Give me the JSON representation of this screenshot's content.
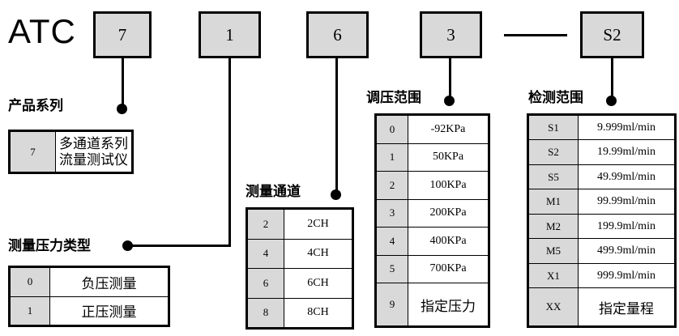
{
  "model": {
    "brand": "ATC",
    "codes": [
      {
        "value": "7",
        "name": "series-code"
      },
      {
        "value": "1",
        "name": "pressure-type-code"
      },
      {
        "value": "6",
        "name": "channel-code"
      },
      {
        "value": "3",
        "name": "regulation-range-code"
      },
      {
        "value": "S2",
        "name": "detection-range-code"
      }
    ],
    "separator": "—"
  },
  "sections": {
    "product_series": {
      "title": "产品系列",
      "rows": [
        {
          "code": "7",
          "value": "多通道系列\n流量测试仪",
          "line1": "多通道系列",
          "line2": "流量测试仪"
        }
      ]
    },
    "pressure_type": {
      "title": "测量压力类型",
      "rows": [
        {
          "code": "0",
          "value": "负压测量"
        },
        {
          "code": "1",
          "value": "正压测量"
        }
      ]
    },
    "measure_channel": {
      "title": "测量通道",
      "rows": [
        {
          "code": "2",
          "value": "2CH"
        },
        {
          "code": "4",
          "value": "4CH"
        },
        {
          "code": "6",
          "value": "6CH"
        },
        {
          "code": "8",
          "value": "8CH"
        }
      ]
    },
    "regulation_range": {
      "title": "调压范围",
      "rows": [
        {
          "code": "0",
          "value": "-92KPa"
        },
        {
          "code": "1",
          "value": "50KPa"
        },
        {
          "code": "2",
          "value": "100KPa"
        },
        {
          "code": "3",
          "value": "200KPa"
        },
        {
          "code": "4",
          "value": "400KPa"
        },
        {
          "code": "5",
          "value": "700KPa"
        },
        {
          "code": "9",
          "value": "指定压力"
        }
      ]
    },
    "detection_range": {
      "title": "检测范围",
      "rows": [
        {
          "code": "S1",
          "value": "9.999ml/min"
        },
        {
          "code": "S2",
          "value": "19.99ml/min"
        },
        {
          "code": "S5",
          "value": "49.99ml/min"
        },
        {
          "code": "M1",
          "value": "99.99ml/min"
        },
        {
          "code": "M2",
          "value": "199.9ml/min"
        },
        {
          "code": "M5",
          "value": "499.9ml/min"
        },
        {
          "code": "X1",
          "value": "999.9ml/min"
        },
        {
          "code": "XX",
          "value": "指定量程"
        }
      ]
    }
  },
  "colors": {
    "code_cell_fill": "#d9d9d9",
    "box_fill": "#d9d9d9",
    "line": "#000000",
    "background": "#ffffff"
  }
}
